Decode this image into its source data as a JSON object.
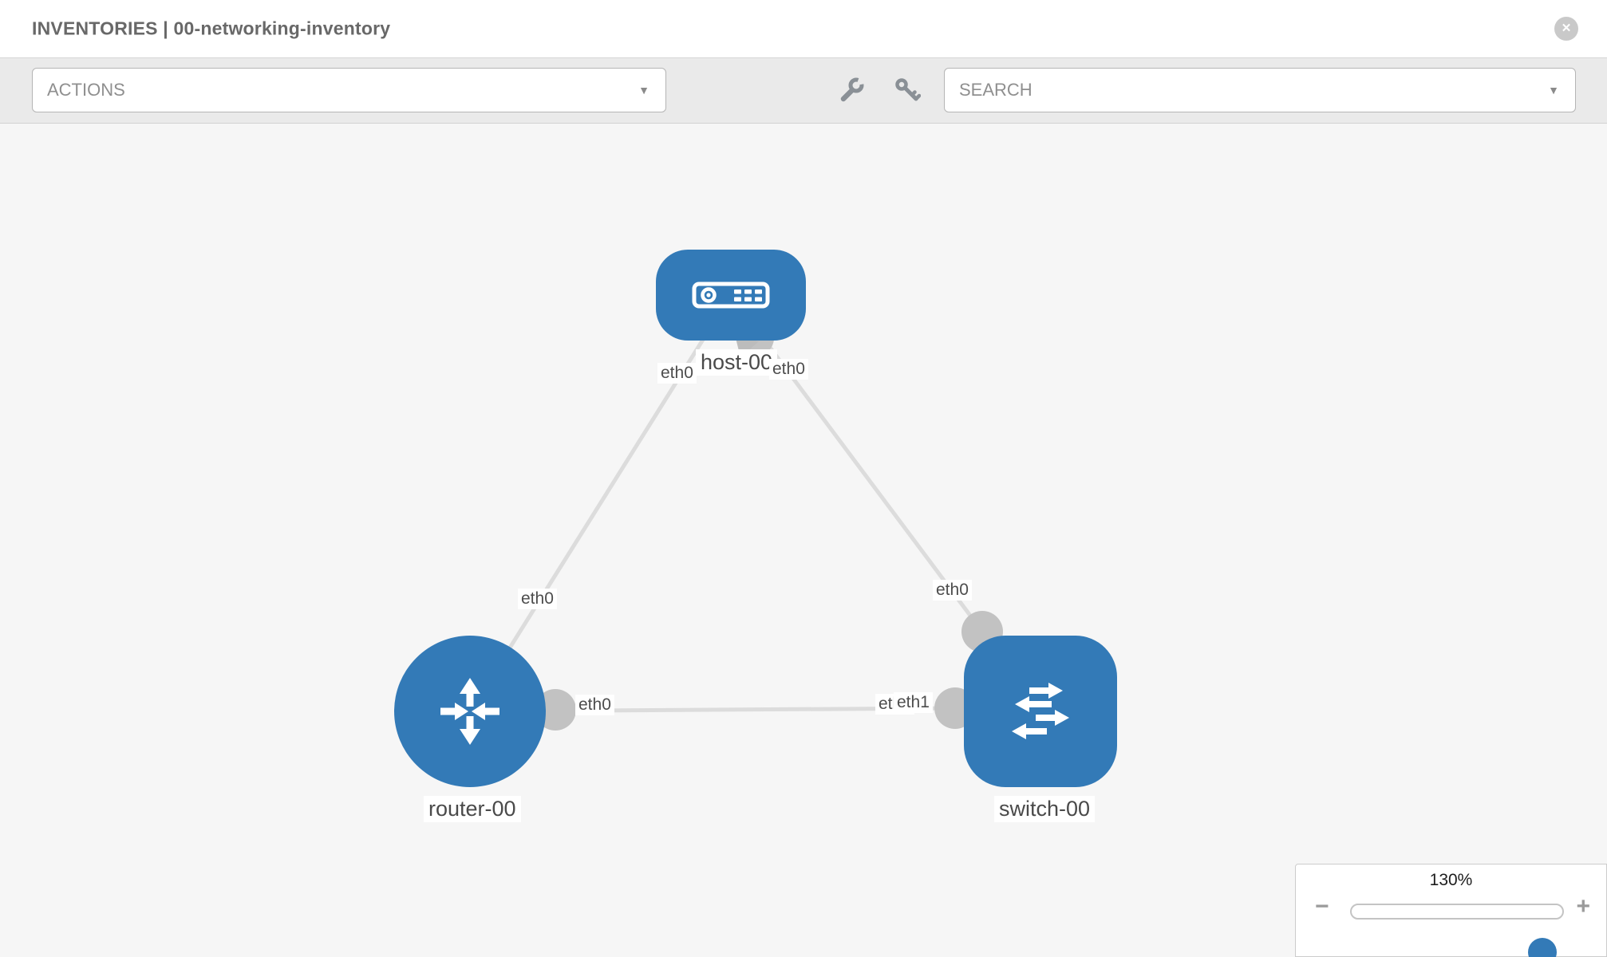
{
  "header": {
    "title": "INVENTORIES | 00-networking-inventory"
  },
  "icons": {
    "close": "✕",
    "dropdown": "▼",
    "minus": "−",
    "plus": "+",
    "wrench": "wrench-icon",
    "key": "key-icon"
  },
  "toolbar": {
    "actions": {
      "label": "ACTIONS"
    },
    "search": {
      "label": "SEARCH"
    }
  },
  "topology": {
    "nodes": {
      "host": {
        "label": "host-00",
        "type": "host"
      },
      "router": {
        "label": "router-00",
        "type": "router"
      },
      "switch": {
        "label": "switch-00",
        "type": "switch"
      }
    },
    "interfaces": {
      "host_left": "eth0",
      "host_right": "eth0",
      "router_top": "eth0",
      "switch_top": "eth0",
      "router_right": "eth0",
      "switch_left_hidden": "eth0",
      "switch_left": "eth1"
    },
    "colors": {
      "node_blue": "#337ab7",
      "port_gray": "#c2c2c2",
      "link_gray": "#dcdcdc"
    }
  },
  "zoom_control": {
    "level": "130%"
  }
}
